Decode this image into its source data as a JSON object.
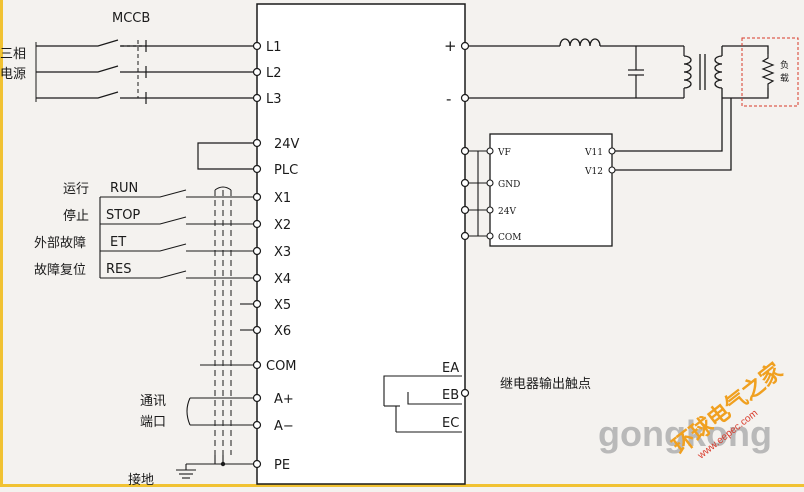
{
  "colors": {
    "background": "#f4f2ef",
    "line": "#1a1a1a",
    "box_fill": "#ffffff",
    "watermark_gray": "#b9b9b9",
    "watermark_orange": "#f0a020",
    "watermark_red": "#d93a2a",
    "gold_border": "#f1c232"
  },
  "labels": {
    "mccb": "MCCB",
    "supply_line1": "三相",
    "supply_line2": "电源",
    "dc_plus": "+",
    "dc_minus": "-",
    "load_line1": "负",
    "load_line2": "载",
    "relay_output": "继电器输出触点",
    "comm_line1": "通讯",
    "comm_line2": "端口",
    "ground": "接地"
  },
  "inverter_terminals": {
    "l1": "L1",
    "l2": "L2",
    "l3": "L3",
    "v24": "24V",
    "plc": "PLC",
    "x1": "X1",
    "x2": "X2",
    "x3": "X3",
    "x4": "X4",
    "x5": "X5",
    "x6": "X6",
    "com": "COM",
    "a_plus": "A+",
    "a_minus": "A−",
    "pe": "PE",
    "ea": "EA",
    "eb": "EB",
    "ec": "EC"
  },
  "inputs": {
    "run_cn": "运行",
    "run_en": "RUN",
    "stop_cn": "停止",
    "stop_en": "STOP",
    "fault_cn": "外部故障",
    "fault_en": "ET",
    "reset_cn": "故障复位",
    "reset_en": "RES"
  },
  "module": {
    "vf": "VF",
    "gnd": "GND",
    "v24": "24V",
    "com": "COM",
    "v11": "V11",
    "v12": "V12"
  },
  "watermark": {
    "text": "gongkong",
    "cn": "环球电气之家",
    "url": "www.eepec.com"
  }
}
